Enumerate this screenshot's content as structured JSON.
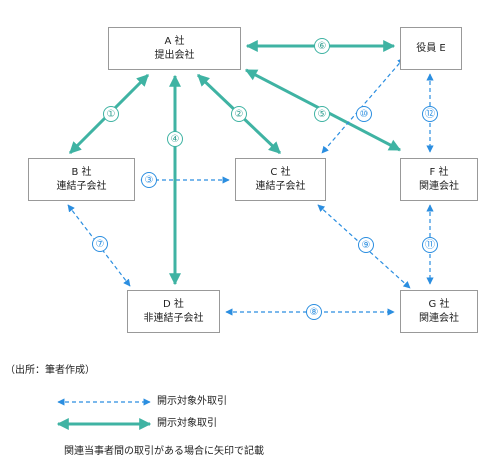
{
  "nodes": {
    "a": {
      "name": "A 社",
      "role": "提出会社"
    },
    "e": {
      "name": "役員 E",
      "role": ""
    },
    "b": {
      "name": "B 社",
      "role": "連結子会社"
    },
    "c": {
      "name": "C 社",
      "role": "連結子会社"
    },
    "f": {
      "name": "F 社",
      "role": "関連会社"
    },
    "d": {
      "name": "D 社",
      "role": "非連結子会社"
    },
    "g": {
      "name": "G 社",
      "role": "関連会社"
    }
  },
  "edges": [
    {
      "label": "①",
      "from": "a",
      "to": "b",
      "style": "solid"
    },
    {
      "label": "②",
      "from": "a",
      "to": "c",
      "style": "solid"
    },
    {
      "label": "③",
      "from": "b",
      "to": "c",
      "style": "dashed"
    },
    {
      "label": "④",
      "from": "a",
      "to": "d",
      "style": "solid"
    },
    {
      "label": "⑤",
      "from": "a",
      "to": "f",
      "style": "solid"
    },
    {
      "label": "⑥",
      "from": "a",
      "to": "e",
      "style": "solid"
    },
    {
      "label": "⑦",
      "from": "b",
      "to": "d",
      "style": "dashed"
    },
    {
      "label": "⑧",
      "from": "d",
      "to": "g",
      "style": "dashed"
    },
    {
      "label": "⑨",
      "from": "c",
      "to": "g",
      "style": "dashed"
    },
    {
      "label": "⑩",
      "from": "e",
      "to": "c",
      "style": "dashed"
    },
    {
      "label": "⑪",
      "from": "f",
      "to": "g",
      "style": "dashed"
    },
    {
      "label": "⑫",
      "from": "e",
      "to": "f",
      "style": "dashed"
    }
  ],
  "source_note": "（出所：筆者作成）",
  "legend": {
    "dashed_label": "開示対象外取引",
    "solid_label": "開示対象取引"
  },
  "footnote": "関連当事者間の取引がある場合に矢印で記載",
  "colors": {
    "solid_arrow": "#3fb3a3",
    "dashed_arrow": "#2b8ee0",
    "node_border": "#999999"
  }
}
